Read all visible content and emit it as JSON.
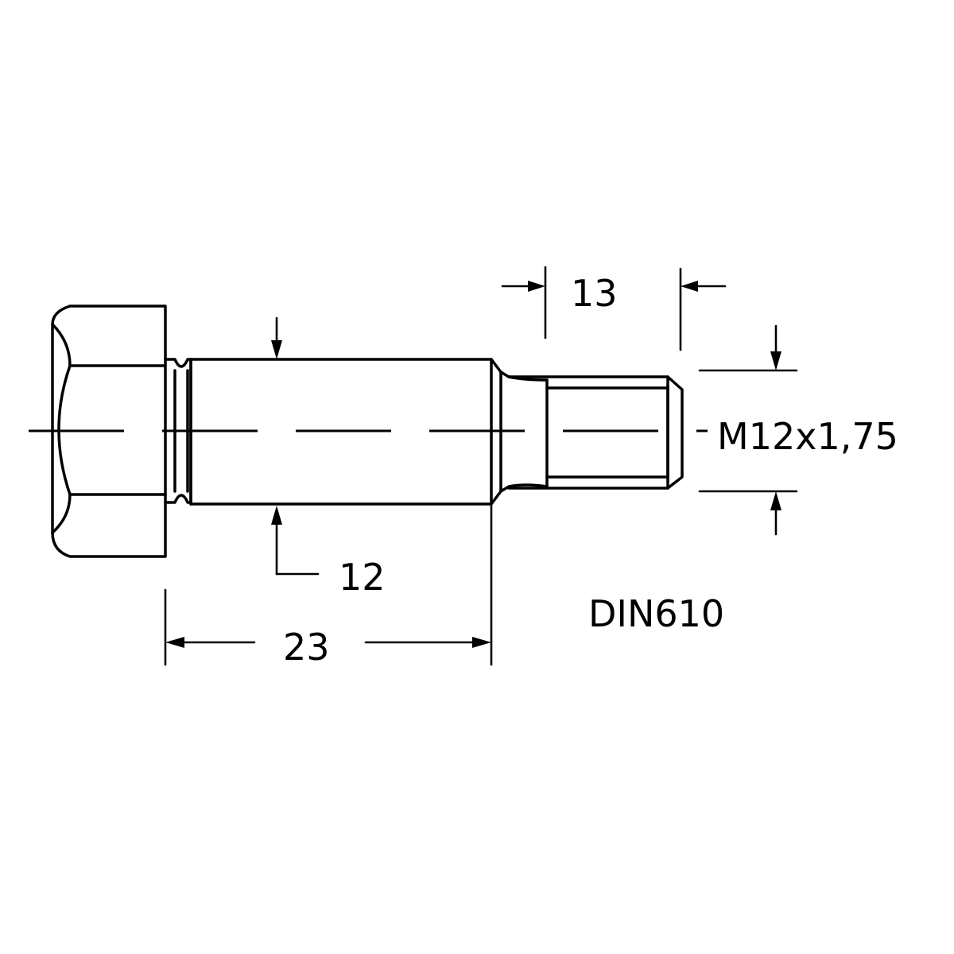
{
  "drawing": {
    "standard": "DIN610",
    "dimensions": {
      "shank_diameter": "12",
      "shank_length": "23",
      "thread_length": "13",
      "thread_spec": "M12x1,75"
    }
  },
  "colors": {
    "ink": "#000000",
    "background": "#ffffff"
  }
}
